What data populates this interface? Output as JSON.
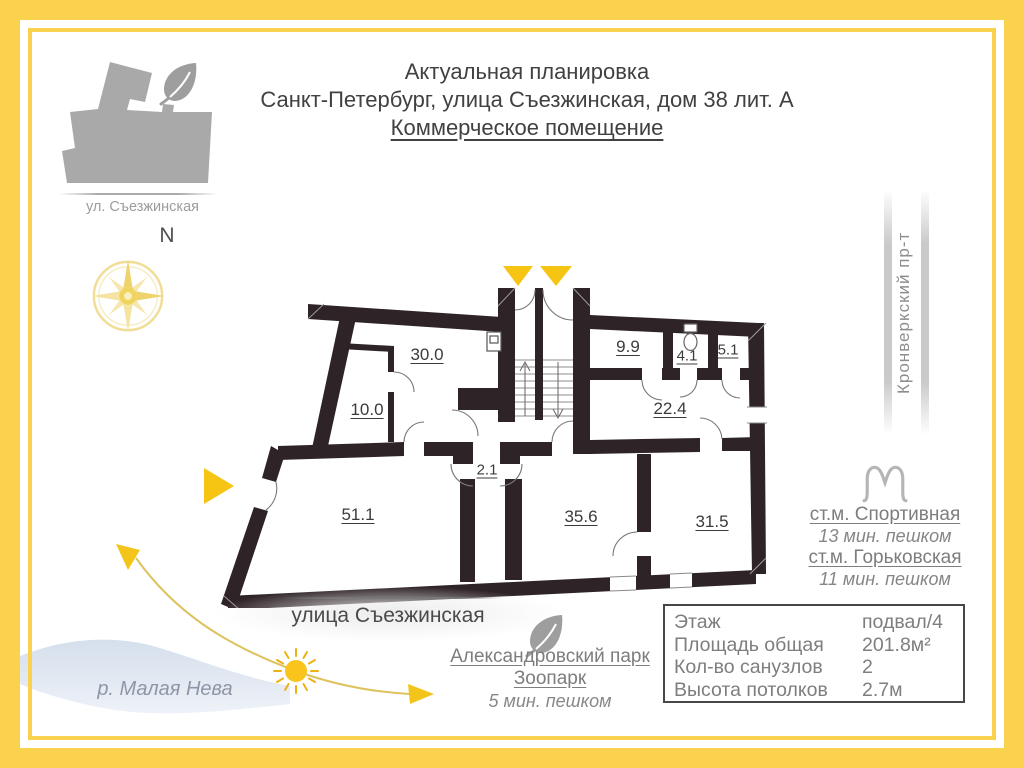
{
  "header": {
    "line1": "Актуальная планировка",
    "line2": "Санкт-Петербург, улица Съезжинская, дом 38 лит. А",
    "line3": "Коммерческое помещение"
  },
  "minimap": {
    "street": "ул. Съезжинская",
    "north": "N"
  },
  "roads": {
    "right_avenue": "Кронверкский пр-т",
    "bottom_street": "улица Съезжинская"
  },
  "river_label": "р. Малая Нева",
  "plan": {
    "rooms": [
      {
        "id": "room-30-0",
        "area": "30.0"
      },
      {
        "id": "room-10-0",
        "area": "10.0"
      },
      {
        "id": "room-9-9",
        "area": "9.9"
      },
      {
        "id": "room-4-1",
        "area": "4.1"
      },
      {
        "id": "room-5-1",
        "area": "5.1"
      },
      {
        "id": "room-22-4",
        "area": "22.4"
      },
      {
        "id": "room-2-1",
        "area": "2.1"
      },
      {
        "id": "room-51-1",
        "area": "51.1"
      },
      {
        "id": "room-35-6",
        "area": "35.6"
      },
      {
        "id": "room-31-5",
        "area": "31.5"
      }
    ]
  },
  "metro": {
    "stations": [
      {
        "name": "ст.м. Спортивная",
        "walk": "13 мин. пешком"
      },
      {
        "name": "ст.м. Горьковская",
        "walk": "11 мин. пешком"
      }
    ]
  },
  "park": {
    "name": "Александровский парк",
    "secondary": "Зоопарк",
    "walk": "5 мин. пешком"
  },
  "info_table": {
    "rows": [
      {
        "label": "Этаж",
        "value": "подвал/4"
      },
      {
        "label": "Площадь общая",
        "value": "201.8м²"
      },
      {
        "label": "Кол-во санузлов",
        "value": "2"
      },
      {
        "label": "Высота потолков",
        "value": "2.7м"
      }
    ]
  },
  "colors": {
    "frame_yellow": "#fbd24e",
    "marker_yellow": "#f6c513",
    "wall_dark": "#2e2327",
    "shape_gray": "#a9a9a9"
  }
}
